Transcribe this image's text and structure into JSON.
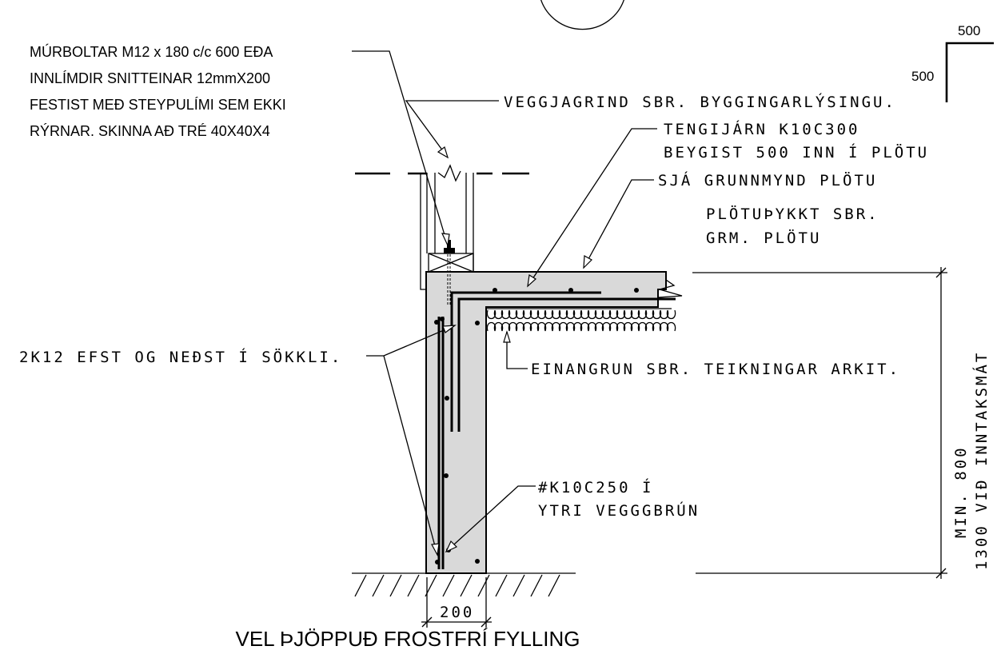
{
  "notes": {
    "anchor_bolts": [
      "MÚRBOLTAR M12 x 180 c/c 600 EÐA",
      "INNLÍMDIR SNITTEINAR 12mmX200",
      "FESTIST MEÐ STEYPULÍMI SEM EKKI",
      "RÝRNAR. SKINNA AÐ TRÉ 40X40X4"
    ],
    "wall_frame": "VEGGJAGRIND SBR. BYGGINGARLÝSINGU.",
    "tie_bar_line1": "TENGIJÁRN K10C300",
    "tie_bar_line2": "BEYGIST 500 INN Í PLÖTU",
    "slab_plan": "SJÁ GRUNNMYND PLÖTU",
    "slab_thickness_line1": "PLÖTUÞYKKT SBR.",
    "slab_thickness_line2": "GRM. PLÖTU",
    "footing_bars": "2K12 EFST OG NEÐST Í SÖKKLI.",
    "insulation": "EINANGRUN SBR. TEIKNINGAR ARKIT.",
    "mesh_line1": "#K10C250 Í",
    "mesh_line2": "YTRI VEGGGBRÚN",
    "depth_line1": "MIN. 800",
    "depth_line2": "1300 VIÐ INNTAKSMÁT"
  },
  "dimensions": {
    "bend_horizontal": "500",
    "bend_vertical": "500",
    "wall_width": "200"
  },
  "title": "VEL ÞJÖPPUÐ FROSTFRÍ FYLLING",
  "colors": {
    "concrete": "#d9d9d9",
    "line": "#000000",
    "background": "#ffffff"
  }
}
